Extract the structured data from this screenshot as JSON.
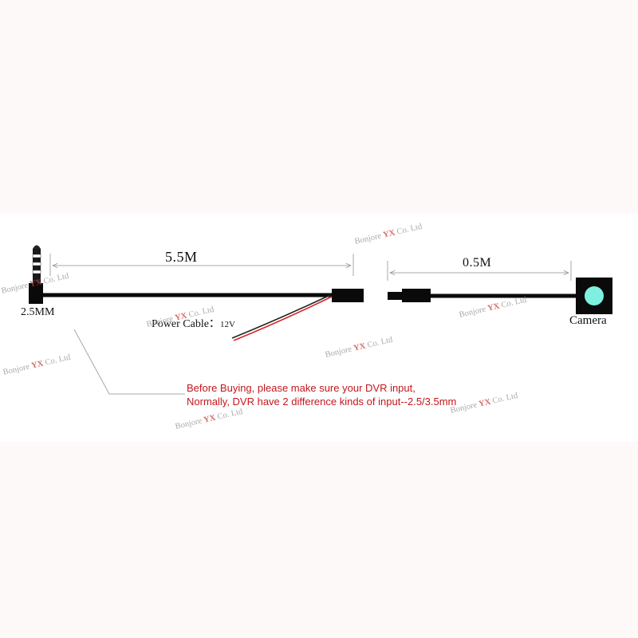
{
  "labels": {
    "length_main": "5.5M",
    "length_camera": "0.5M",
    "jack": "2.5MM",
    "camera": "Camera",
    "power_cable": "Power Cable：",
    "power_voltage": "12V"
  },
  "note": {
    "line1": "Before Buying, please make sure your DVR input,",
    "line2": "Normally, DVR have 2 difference kinds of input--2.5/3.5mm"
  },
  "watermark": {
    "prefix": "Bonjore ",
    "brand": "YX",
    "suffix": " Co. Ltd"
  },
  "colors": {
    "cable": "#0a0a0a",
    "lens": "#7ff0e0",
    "note_text": "#c4161c",
    "power_red": "#d62424",
    "watermark_brand": "#cc3a3a"
  }
}
